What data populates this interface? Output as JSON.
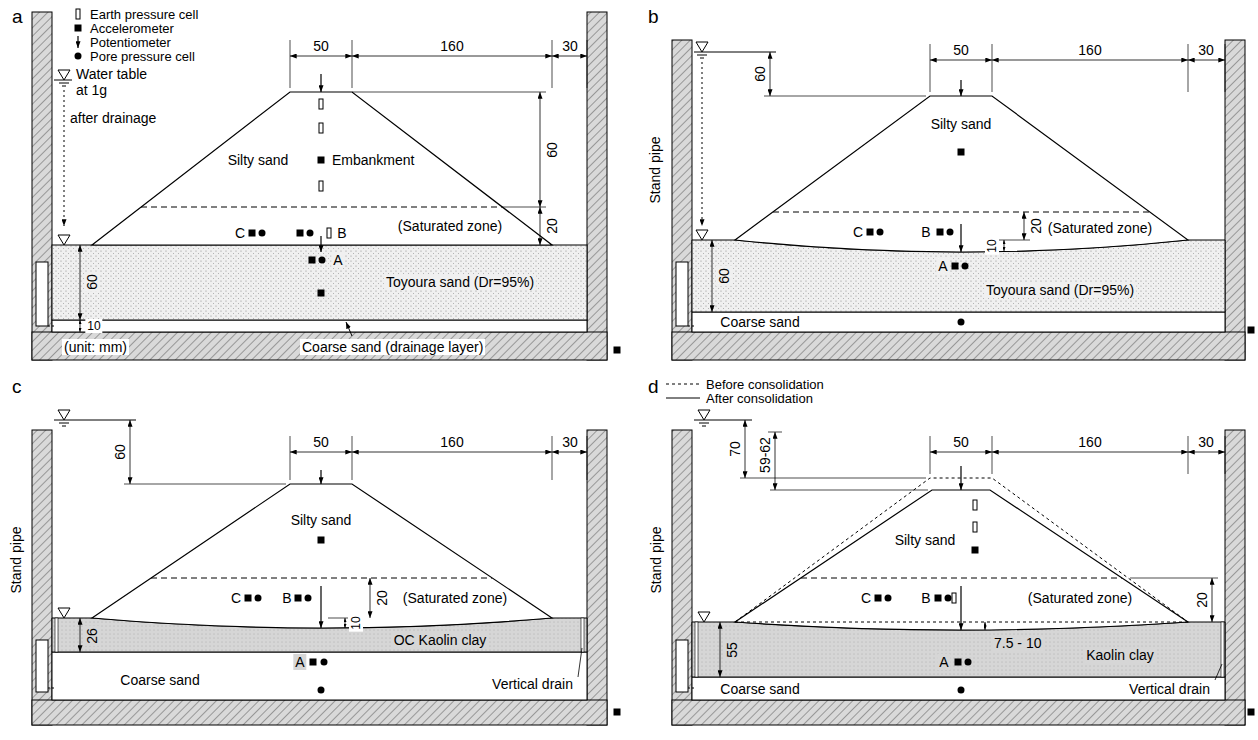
{
  "diagram": {
    "labels": [
      "a",
      "50",
      "160",
      "30",
      "Water table at 1g",
      "after drainage",
      "Silty sand",
      "Embankment",
      "60",
      "(Saturated zone)",
      "20",
      "C",
      "B",
      "A",
      "60",
      "Toyoura sand (Dr=95%)",
      "10",
      "(unit: mm)",
      "Coarse sand (drainage layer)",
      "b",
      "50",
      "160",
      "30",
      "Stand pipe",
      "60",
      "Silty sand",
      "C",
      "B",
      "(Saturated zone)",
      "10",
      "20",
      "A",
      "60",
      "Toyoura sand (Dr=95%)",
      "Coarse sand",
      "c",
      "50",
      "160",
      "30",
      "Stand pipe",
      "60",
      "Silty sand",
      "C",
      "B",
      "10",
      "20",
      "(Saturated zone)",
      "26",
      "A",
      "OC Kaolin clay",
      "Coarse sand",
      "Vertical drain",
      "d",
      "50",
      "160",
      "30",
      "Stand pipe",
      "70",
      "59-62",
      "Silty sand",
      "(Saturated zone)",
      "20",
      "C",
      "B",
      "7.5 - 10",
      "55",
      "A",
      "Kaolin clay",
      "Coarse sand",
      "Vertical drain"
    ],
    "legend": [
      {
        "text": "Earth pressure cell"
      },
      {
        "text": "Accelerometer"
      },
      {
        "text": "Potentiometer"
      },
      {
        "text": "Pore pressure cell"
      },
      {
        "text": "Before consolidation"
      },
      {
        "text": "After consolidation"
      }
    ]
  }
}
